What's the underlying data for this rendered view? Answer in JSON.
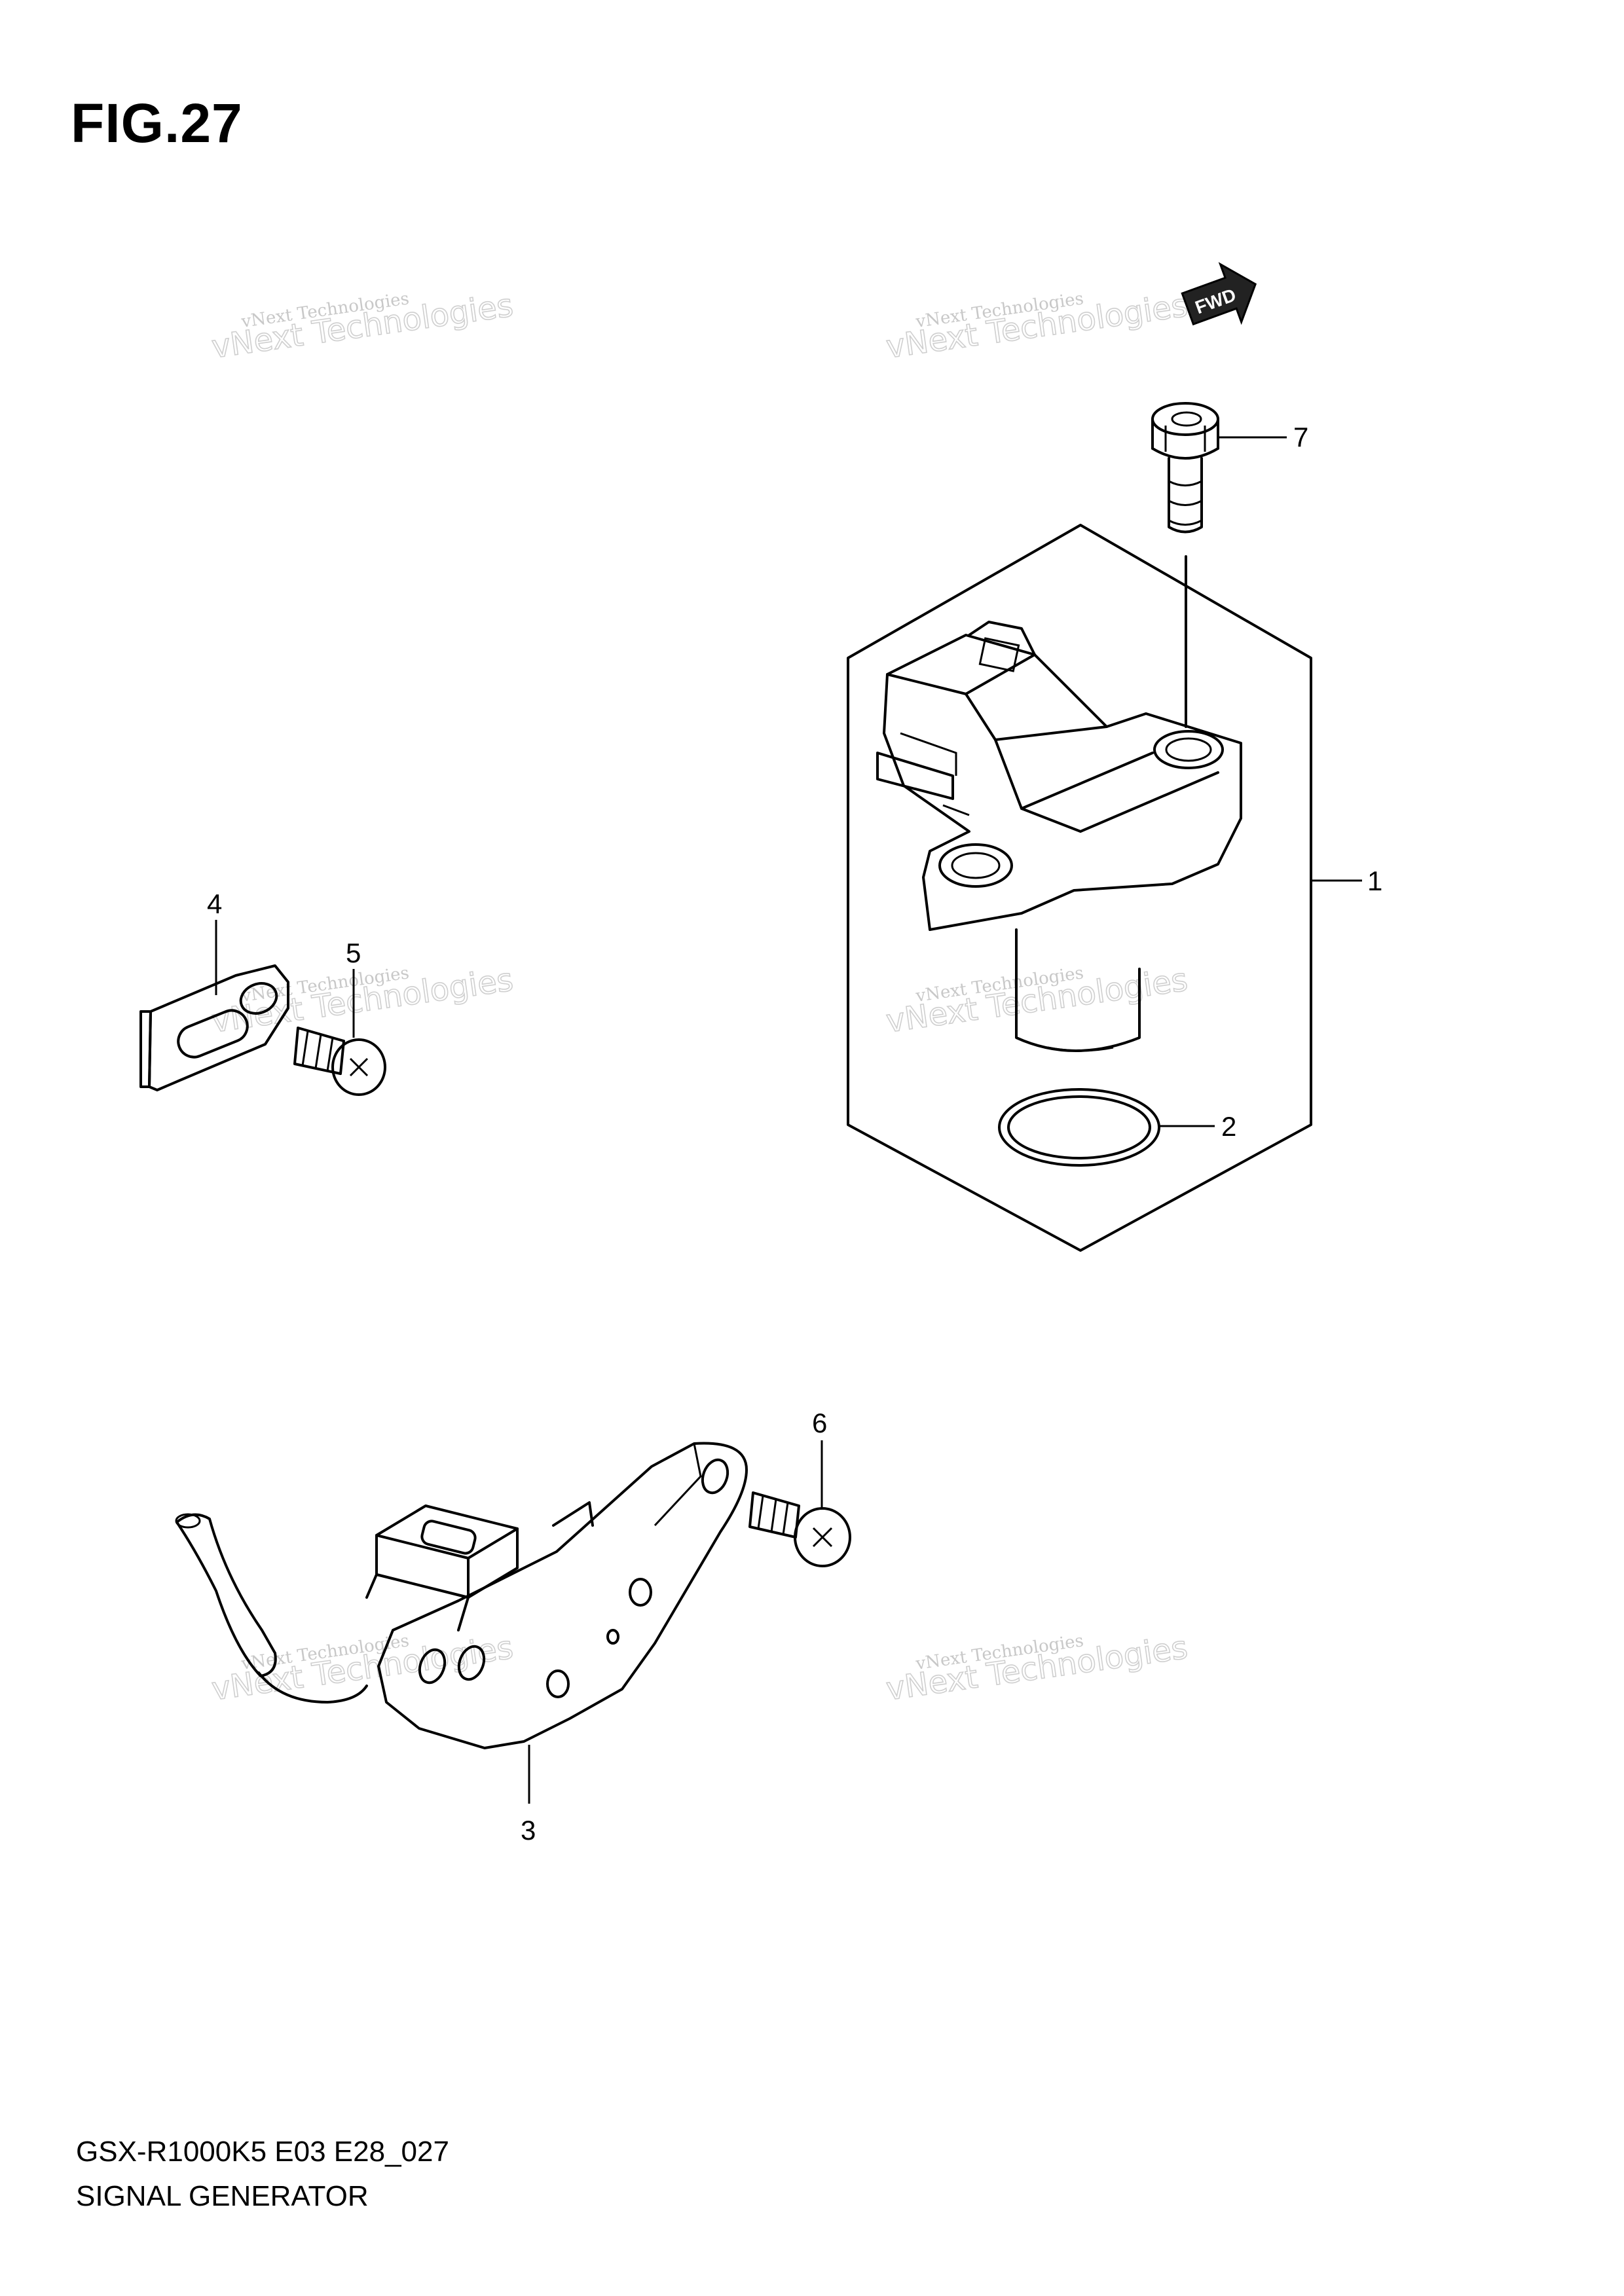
{
  "figure": {
    "title": "FIG.27"
  },
  "footer": {
    "model_code": "GSX-R1000K5 E03 E28_027",
    "diagram_name": "SIGNAL GENERATOR"
  },
  "direction_arrow": {
    "label": "FWD"
  },
  "callouts": [
    "1",
    "2",
    "3",
    "4",
    "5",
    "6",
    "7"
  ],
  "watermark": {
    "line1": "vNext Technologies",
    "line2": "vNext Technologies"
  }
}
